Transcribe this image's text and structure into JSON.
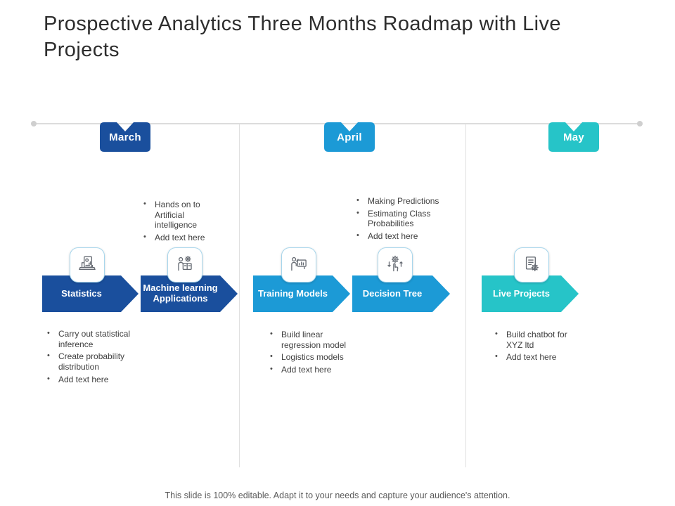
{
  "title": "Prospective Analytics Three Months Roadmap with Live Projects",
  "footer": "This slide is 100% editable. Adapt it to your needs and capture your audience's attention.",
  "colors": {
    "march": "#1a4f9d",
    "april": "#1c9ad6",
    "may": "#26c4c8",
    "icon_card_border": "#a7d6ec",
    "timeline_gray": "#dcdcdc"
  },
  "columns": [
    {
      "month": "March",
      "top_bullets": [
        "Hands on to Artificial intelligence",
        "Add text here"
      ],
      "steps": [
        {
          "label": "Statistics",
          "icon": "laptop-report-icon"
        },
        {
          "label": "Machine learning Applications",
          "icon": "person-book-gear-icon"
        }
      ],
      "bottom_bullets": [
        "Carry out statistical inference",
        "Create probability distribution",
        "Add text here"
      ]
    },
    {
      "month": "April",
      "top_bullets": [
        "Making Predictions",
        "Estimating Class Probabilities",
        "Add text here"
      ],
      "steps": [
        {
          "label": "Training Models",
          "icon": "presenter-chart-icon"
        },
        {
          "label": "Decision Tree",
          "icon": "hand-gear-icon"
        }
      ],
      "bottom_bullets": [
        "Build linear regression model",
        "Logistics models",
        "Add text here"
      ]
    },
    {
      "month": "May",
      "top_bullets": [],
      "steps": [
        {
          "label": "Live Projects",
          "icon": "document-gear-icon"
        }
      ],
      "bottom_bullets": [
        "Build chatbot for XYZ ltd",
        "Add text here"
      ]
    }
  ]
}
